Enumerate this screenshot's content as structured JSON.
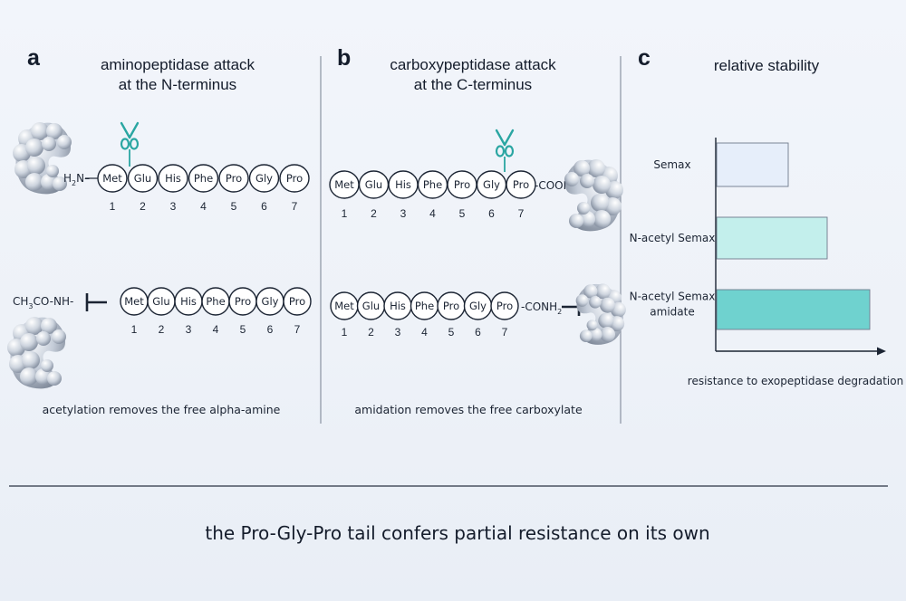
{
  "panel_a": {
    "letter": "a",
    "title": [
      "aminopeptidase attack",
      "at the N-terminus"
    ],
    "top_prefix": [
      "H",
      "2",
      "N–"
    ],
    "bottom_prefix": "CH",
    "bottom_prefix_sub": "3",
    "bottom_prefix_rest": "CO-NH-",
    "caption": "acetylation removes the free alpha-amine"
  },
  "panel_b": {
    "letter": "b",
    "title": [
      "carboxypeptidase attack",
      "at the C-terminus"
    ],
    "top_suffix": "-COOH",
    "bottom_suffix": "-CONH",
    "bottom_suffix_sub": "2",
    "caption": "amidation removes the free carboxylate"
  },
  "residues": [
    "Met",
    "Glu",
    "His",
    "Phe",
    "Pro",
    "Gly",
    "Pro"
  ],
  "positions": [
    "1",
    "2",
    "3",
    "4",
    "5",
    "6",
    "7"
  ],
  "panel_c": {
    "letter": "c",
    "title": "relative stability",
    "xlabel": "resistance to exopeptidase degradation"
  },
  "chart_data": {
    "type": "bar",
    "orientation": "horizontal",
    "title": "relative stability",
    "xlabel": "resistance to exopeptidase degradation",
    "ylabel": "",
    "categories": [
      "Semax",
      "N-acetyl Semax",
      "N-acetyl Semax amidate"
    ],
    "category_lines": [
      [
        "Semax"
      ],
      [
        "N-acetyl Semax"
      ],
      [
        "N-acetyl Semax",
        "amidate"
      ]
    ],
    "values": [
      0.47,
      0.72,
      1.0
    ],
    "xlim": [
      0,
      1.1
    ],
    "colors": [
      "#e6eefa",
      "#c3efec",
      "#6fd2cf"
    ],
    "grid": false,
    "axis_ticks": false
  },
  "footer": "the Pro-Gly-Pro tail confers partial resistance on its own",
  "colors": {
    "scissors": "#2aa6a2",
    "enzyme_light": "#e4e9f0",
    "enzyme_dark": "#8d97a6",
    "ink": "#1b2433"
  }
}
